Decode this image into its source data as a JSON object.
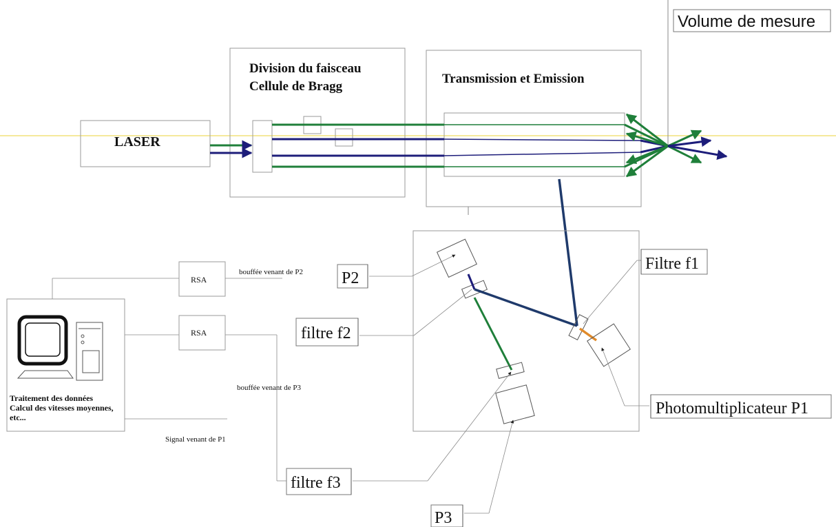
{
  "labels": {
    "volume": "Volume de mesure",
    "division_line1": "Division du faisceau",
    "division_line2": "Cellule de Bragg",
    "transmission": "Transmission et Emission",
    "laser": "LASER",
    "rsa_top": "RSA",
    "rsa_bottom": "RSA",
    "bouffee_p2": "bouffée venant de P2",
    "bouffee_p3": "bouffée venant de P3",
    "signal_p1": "Signal venant de P1",
    "traitement_line1": "Traitement des données",
    "traitement_line2": "Calcul des vitesses moyennes,",
    "traitement_line3": "etc...",
    "p2": "P2",
    "filtre_f1": "Filtre f1",
    "filtre_f2": "filtre f2",
    "filtre_f3": "filtre f3",
    "photomultiplicateur": "Photomultiplicateur P1",
    "p3": "P3"
  },
  "colors": {
    "beam_green": "#1f7f3a",
    "beam_blue": "#1d1d7a",
    "beam_navy": "#1f3a6b",
    "beam_orange": "#e08a2a",
    "axis_yellow": "#f2e27a"
  }
}
